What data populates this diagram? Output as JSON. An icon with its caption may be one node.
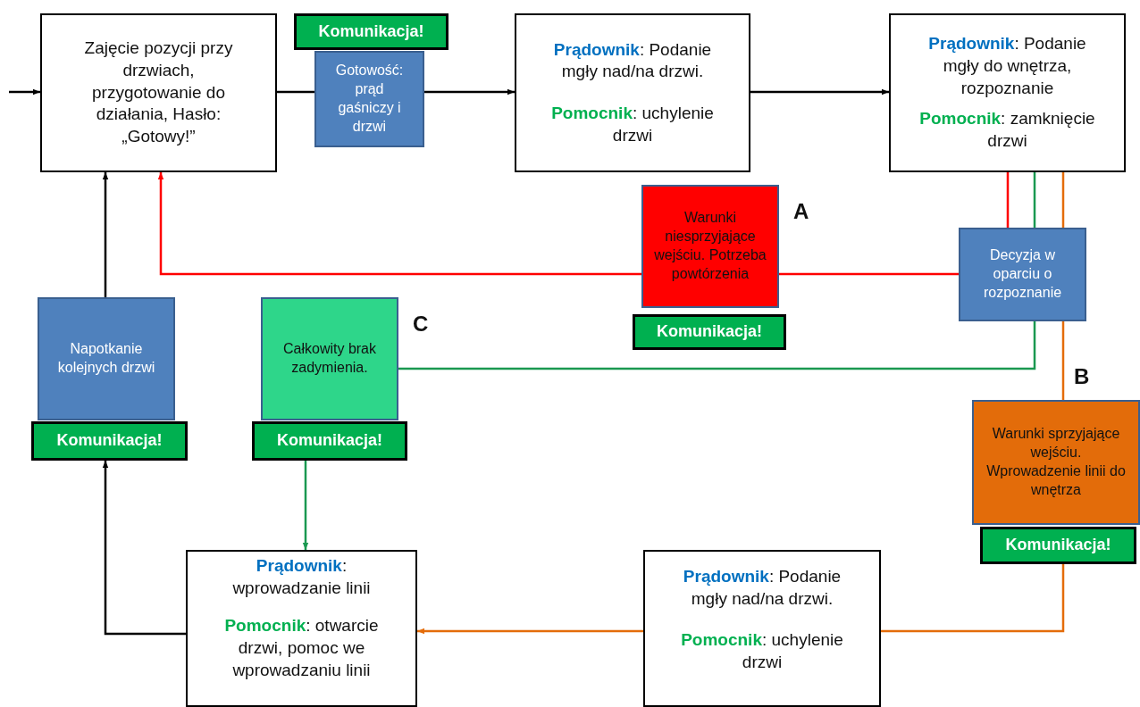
{
  "diagram": {
    "nodes": [
      {
        "text": [
          "Zajęcie pozycji przy drzwiach, przygotowanie do działania, Hasło: „Gotowy!”"
        ]
      },
      {
        "text": [
          "Komunikacja!"
        ]
      },
      {
        "text": [
          "Gotowość: prąd gaśniczy i drzwi"
        ]
      },
      {
        "text": [
          "**Prądownik**: Podanie mgły nad/na drzwi.",
          "**Pomocnik**: uchylenie drzwi"
        ]
      },
      {
        "text": [
          "**Prądownik**: Podanie mgły do wnętrza, rozpoznanie",
          "**Pomocnik**: zamknięcie drzwi"
        ]
      },
      {
        "text": [
          "Warunki niesprzyjające wejściu. Potrzeba powtórzenia"
        ],
        "beside": [
          "A"
        ]
      },
      {
        "text": [
          "Komunikacja!"
        ]
      },
      {
        "text": [
          "Decyzja w oparciu o rozpoznanie"
        ]
      },
      {
        "text": [
          "Napotkanie kolejnych drzwi"
        ]
      },
      {
        "text": [
          "Komunikacja!"
        ]
      },
      {
        "text": [
          "Całkowity brak zadymienia."
        ],
        "beside": [
          "C"
        ]
      },
      {
        "text": [
          "Komunikacja!"
        ]
      },
      {
        "text": [
          "Warunki sprzyjające wejściu. Wprowadzenie linii do wnętrza"
        ],
        "beside": [
          "B"
        ]
      },
      {
        "text": [
          "Komunikacja!"
        ]
      },
      {
        "text": [
          "**Prądownik**: wprowadzanie linii",
          "**Pomocnik**: otwarcie drzwi, pomoc we wprowadzaniu linii"
        ]
      },
      {
        "text": [
          "**Prądownik**: Podanie mgły nad/na drzwi.",
          "**Pomocnik**: uchylenie drzwi"
        ]
      }
    ],
    "edges": [
      {
        "from": null,
        "to": 0,
        "arrow": "to"
      },
      {
        "from": 0,
        "to": 2,
        "arrow": "none"
      },
      {
        "from": 2,
        "to": 3,
        "arrow": "to"
      },
      {
        "from": 3,
        "to": 4,
        "arrow": "to"
      },
      {
        "from": 4,
        "to": 7,
        "arrow": "none",
        "color": "#ff0000"
      },
      {
        "from": 4,
        "to": 7,
        "arrow": "none",
        "color": "#1a9850"
      },
      {
        "from": 4,
        "to": 7,
        "arrow": "none",
        "color": "#e46c0a"
      },
      {
        "from": 7,
        "to": 5,
        "arrow": "none",
        "color": "#ff0000"
      },
      {
        "from": 5,
        "to": 0,
        "arrow": "to",
        "color": "#ff0000"
      },
      {
        "from": 7,
        "to": 10,
        "arrow": "none",
        "color": "#1a9850"
      },
      {
        "from": 11,
        "to": 14,
        "arrow": "to",
        "color": "#1a9850"
      },
      {
        "from": 7,
        "to": 12,
        "arrow": "none",
        "color": "#e46c0a"
      },
      {
        "from": 13,
        "to": 15,
        "arrow": "none",
        "color": "#e46c0a"
      },
      {
        "from": 15,
        "to": 14,
        "arrow": "to",
        "color": "#e46c0a"
      },
      {
        "from": 14,
        "to": 9,
        "arrow": "to"
      },
      {
        "from": 8,
        "to": 0,
        "arrow": "to"
      }
    ]
  }
}
